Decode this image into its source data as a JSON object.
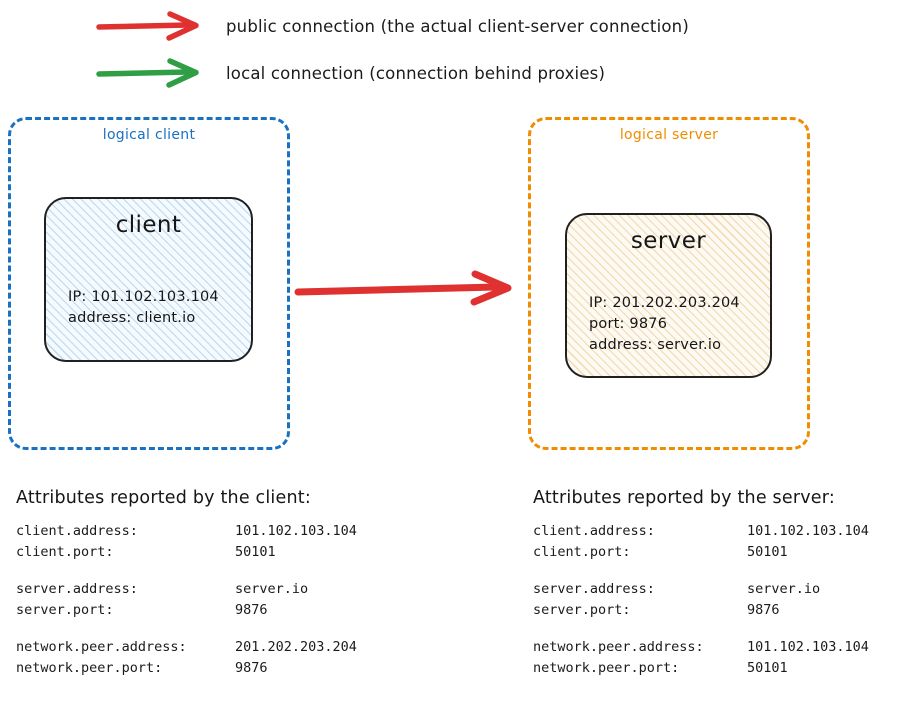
{
  "legend": {
    "items": [
      {
        "id": "public",
        "icon": "right-arrow-icon",
        "color": "#e03131",
        "label": "public connection (the actual client-server connection)"
      },
      {
        "id": "local",
        "icon": "right-arrow-icon",
        "color": "#2f9e44",
        "label": "local connection (connection behind proxies)"
      }
    ]
  },
  "groups": {
    "client": {
      "label": "logical client",
      "color": "#1971c2"
    },
    "server": {
      "label": "logical server",
      "color": "#f08c00"
    }
  },
  "nodes": {
    "client": {
      "title": "client",
      "lines": [
        "IP: 101.102.103.104",
        "address: client.io"
      ],
      "fill": "#f2f8fd",
      "hatch": "#bcd9f0"
    },
    "server": {
      "title": "server",
      "lines": [
        "IP: 201.202.203.204",
        "port: 9876",
        "address: server.io"
      ],
      "fill": "#fdf8f1",
      "hatch": "#f3d7ad"
    }
  },
  "connection": {
    "name": "public-connection-arrow",
    "color": "#e03131",
    "direction": "client-to-server"
  },
  "attributes": {
    "client_panel": {
      "heading": "Attributes reported by the client:",
      "groups": [
        [
          {
            "key": "client.address:",
            "value": "101.102.103.104"
          },
          {
            "key": "client.port:",
            "value": "50101"
          }
        ],
        [
          {
            "key": "server.address:",
            "value": "server.io"
          },
          {
            "key": "server.port:",
            "value": "9876"
          }
        ],
        [
          {
            "key": "network.peer.address:",
            "value": "201.202.203.204"
          },
          {
            "key": "network.peer.port:",
            "value": "9876"
          }
        ]
      ]
    },
    "server_panel": {
      "heading": "Attributes reported by the server:",
      "groups": [
        [
          {
            "key": "client.address:",
            "value": "101.102.103.104"
          },
          {
            "key": "client.port:",
            "value": "50101"
          }
        ],
        [
          {
            "key": "server.address:",
            "value": "server.io"
          },
          {
            "key": "server.port:",
            "value": "9876"
          }
        ],
        [
          {
            "key": "network.peer.address:",
            "value": "101.102.103.104"
          },
          {
            "key": "network.peer.port:",
            "value": "50101"
          }
        ]
      ]
    }
  }
}
